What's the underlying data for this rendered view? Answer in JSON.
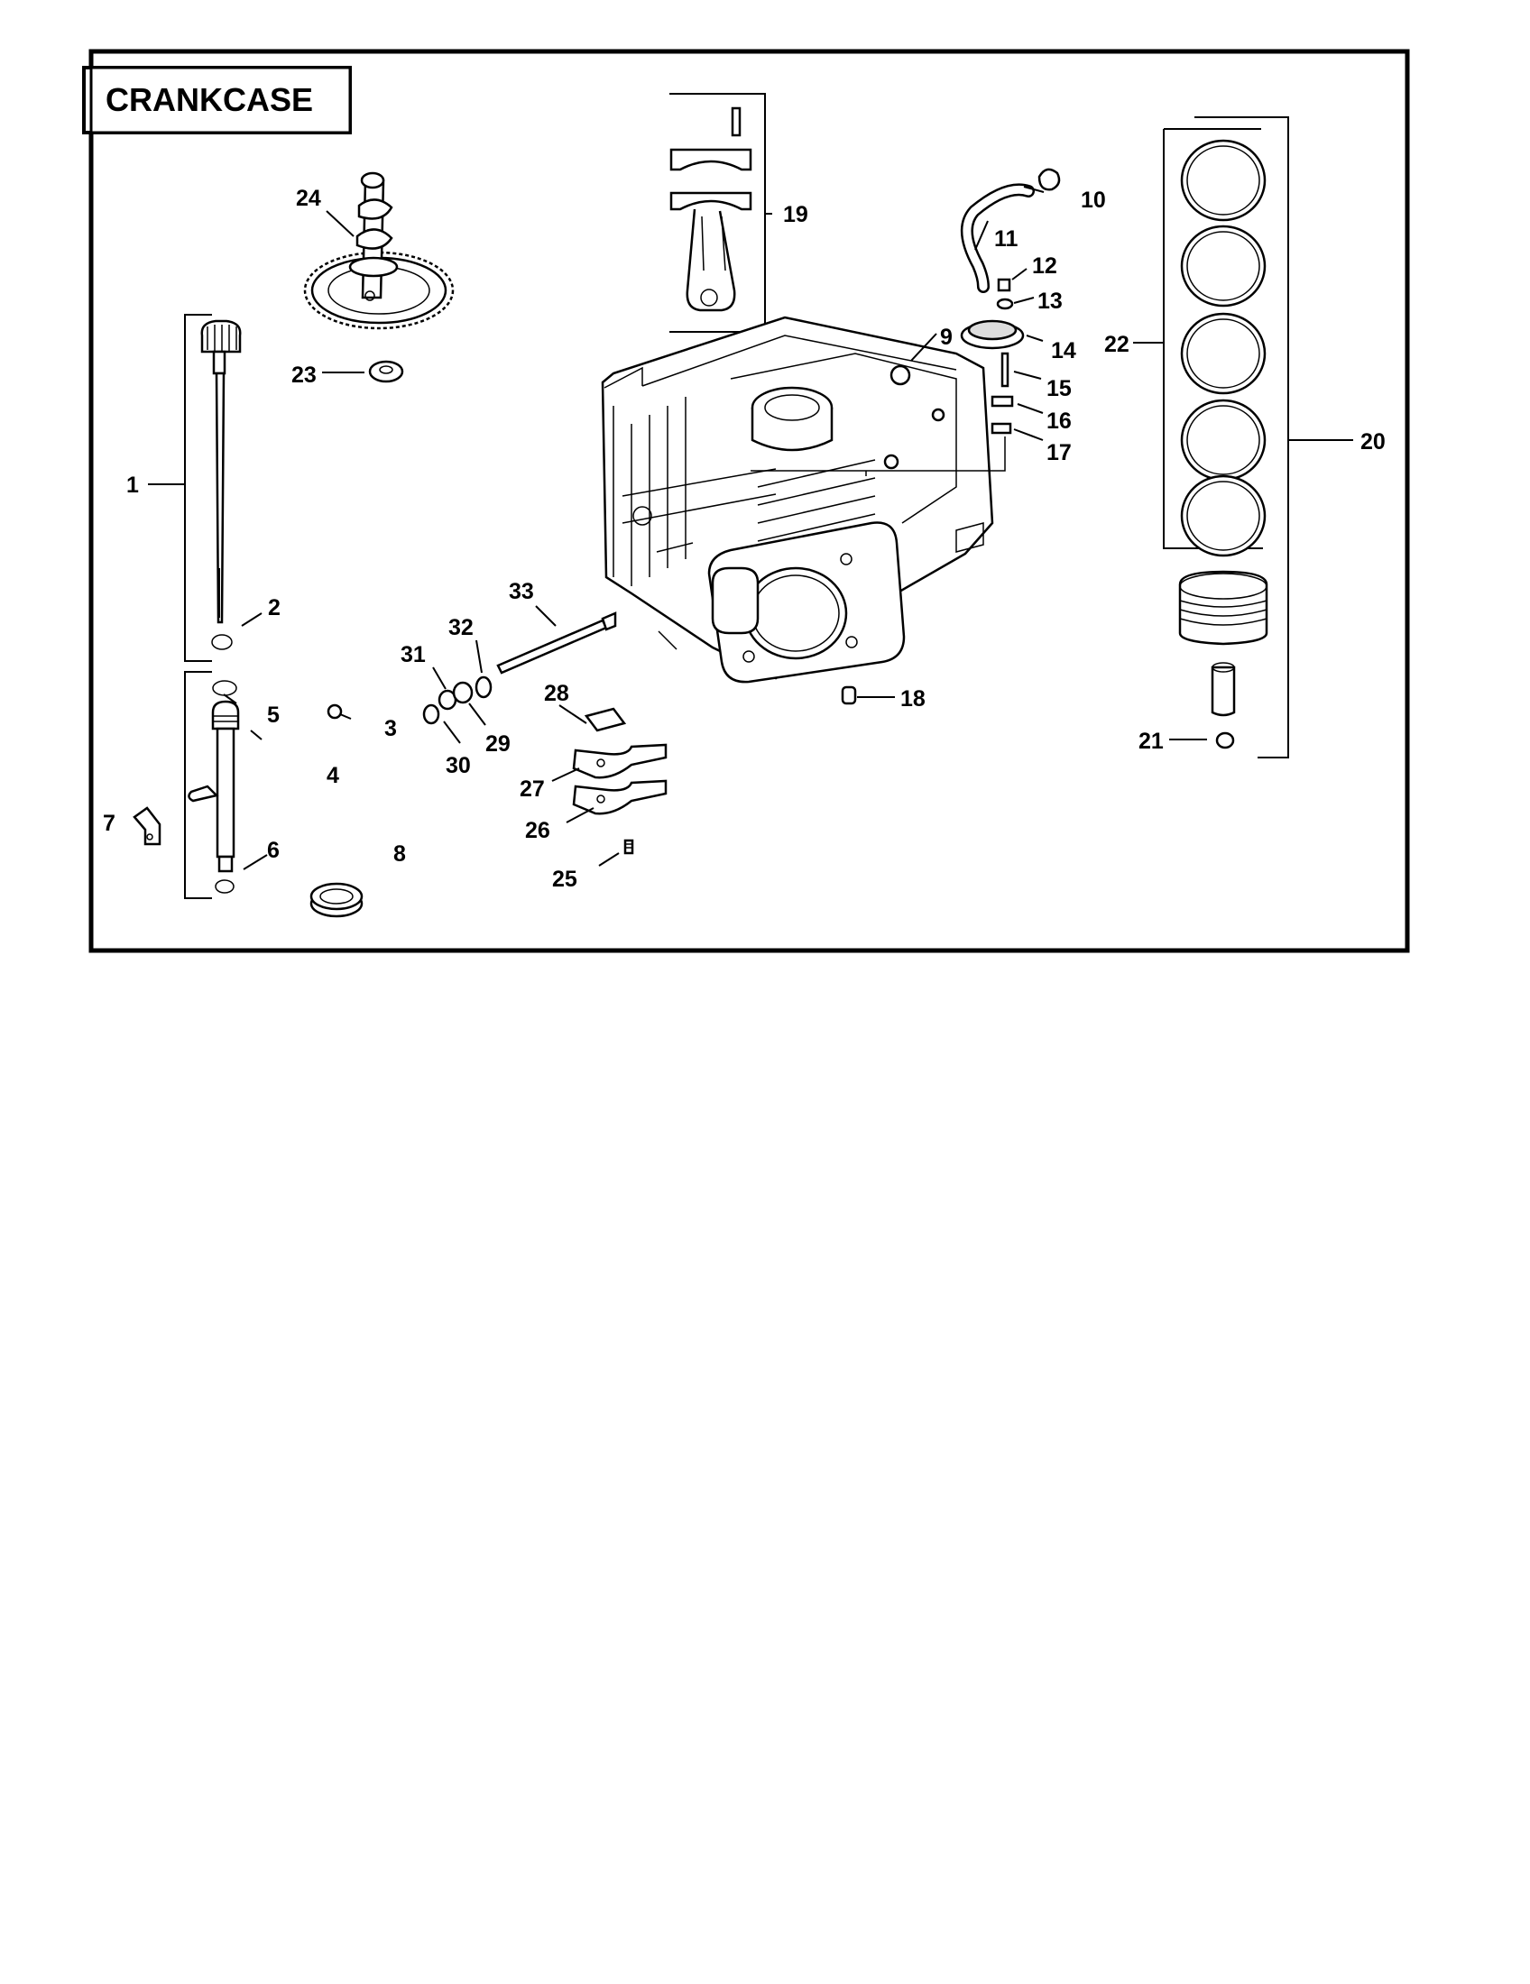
{
  "title": "CRANKCASE",
  "callouts": [
    "1",
    "2",
    "3",
    "4",
    "5",
    "6",
    "7",
    "8",
    "9",
    "10",
    "11",
    "12",
    "13",
    "14",
    "15",
    "16",
    "17",
    "18",
    "19",
    "20",
    "21",
    "22",
    "23",
    "24",
    "25",
    "26",
    "27",
    "28",
    "29",
    "30",
    "31",
    "32",
    "33"
  ]
}
